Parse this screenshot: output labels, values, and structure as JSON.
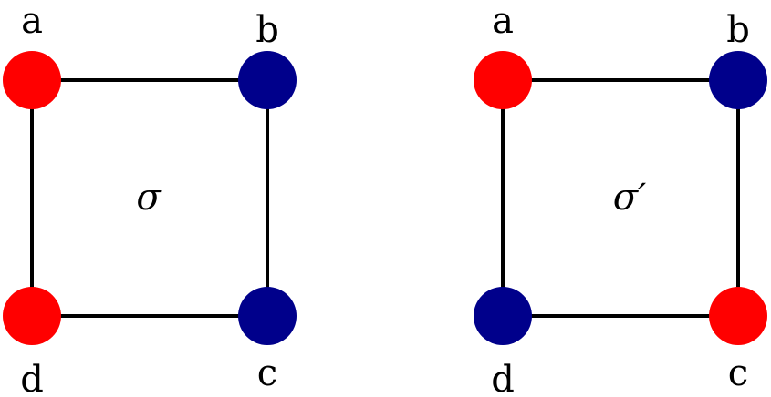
{
  "colors": {
    "red": "#ff0000",
    "blue": "#00008b",
    "edge": "#000000"
  },
  "squares": [
    {
      "face_label": "σ",
      "vertices": [
        {
          "label": "a",
          "color": "red"
        },
        {
          "label": "b",
          "color": "blue"
        },
        {
          "label": "c",
          "color": "blue"
        },
        {
          "label": "d",
          "color": "red"
        }
      ]
    },
    {
      "face_label": "σ′",
      "vertices": [
        {
          "label": "a",
          "color": "red"
        },
        {
          "label": "b",
          "color": "blue"
        },
        {
          "label": "c",
          "color": "red"
        },
        {
          "label": "d",
          "color": "blue"
        }
      ]
    }
  ]
}
